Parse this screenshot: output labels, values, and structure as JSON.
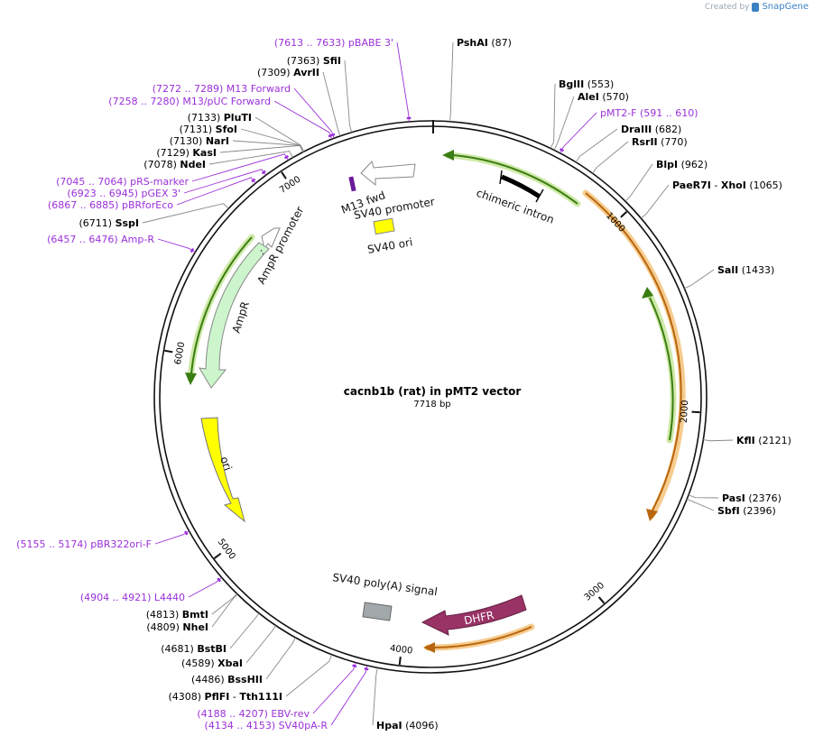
{
  "brand": {
    "created_by": "Created by",
    "app": "SnapGene"
  },
  "plasmid": {
    "name": "cacnb1b (rat) in pMT2 vector",
    "length_label": "7718 bp",
    "length": 7718
  },
  "ticks": [
    {
      "pos": 1000,
      "label": "1000"
    },
    {
      "pos": 2000,
      "label": "2000"
    },
    {
      "pos": 3000,
      "label": "3000"
    },
    {
      "pos": 4000,
      "label": "4000"
    },
    {
      "pos": 5000,
      "label": "5000"
    },
    {
      "pos": 6000,
      "label": "6000"
    },
    {
      "pos": 7000,
      "label": "7000"
    }
  ],
  "sites": [
    {
      "pos": 87,
      "name": "PshAI",
      "coord": "(87)",
      "kind": "enzyme",
      "side": "right"
    },
    {
      "pos": 553,
      "name": "BglII",
      "coord": "(553)",
      "kind": "enzyme",
      "side": "right"
    },
    {
      "pos": 570,
      "name": "AleI",
      "coord": "(570)",
      "kind": "enzyme",
      "side": "right"
    },
    {
      "pos": 600,
      "name": "pMT2-F",
      "coord": "(591 .. 610)",
      "kind": "primer",
      "side": "right"
    },
    {
      "pos": 682,
      "name": "DraIII",
      "coord": "(682)",
      "kind": "enzyme",
      "side": "right"
    },
    {
      "pos": 770,
      "name": "RsrII",
      "coord": "(770)",
      "kind": "enzyme",
      "side": "right"
    },
    {
      "pos": 962,
      "name": "BlpI",
      "coord": "(962)",
      "kind": "enzyme",
      "side": "right"
    },
    {
      "pos": 1065,
      "name": "PaeR7I",
      "name2": "XhoI",
      "coord": "(1065)",
      "kind": "enzyme",
      "side": "right"
    },
    {
      "pos": 1433,
      "name": "SalI",
      "coord": "(1433)",
      "kind": "enzyme",
      "side": "right"
    },
    {
      "pos": 2121,
      "name": "KflI",
      "coord": "(2121)",
      "kind": "enzyme",
      "side": "right"
    },
    {
      "pos": 2376,
      "name": "PasI",
      "coord": "(2376)",
      "kind": "enzyme",
      "side": "right"
    },
    {
      "pos": 2396,
      "name": "SbfI",
      "coord": "(2396)",
      "kind": "enzyme",
      "side": "right"
    },
    {
      "pos": 4096,
      "name": "HpaI",
      "coord": "(4096)",
      "kind": "enzyme",
      "side": "right"
    },
    {
      "pos": 4143,
      "name": "SV40pA-R",
      "coord": "(4134 .. 4153)",
      "kind": "primer",
      "side": "left"
    },
    {
      "pos": 4197,
      "name": "EBV-rev",
      "coord": "(4188 .. 4207)",
      "kind": "primer",
      "side": "left"
    },
    {
      "pos": 4308,
      "name": "PflFI",
      "name2": "Tth111I",
      "coord": "(4308)",
      "kind": "enzyme",
      "side": "left"
    },
    {
      "pos": 4486,
      "name": "BssHII",
      "coord": "(4486)",
      "kind": "enzyme",
      "side": "left"
    },
    {
      "pos": 4589,
      "name": "XbaI",
      "coord": "(4589)",
      "kind": "enzyme",
      "side": "left"
    },
    {
      "pos": 4681,
      "name": "BstBI",
      "coord": "(4681)",
      "kind": "enzyme",
      "side": "left"
    },
    {
      "pos": 4809,
      "name": "NheI",
      "coord": "(4809)",
      "kind": "enzyme",
      "side": "left"
    },
    {
      "pos": 4813,
      "name": "BmtI",
      "coord": "(4813)",
      "kind": "enzyme",
      "side": "left"
    },
    {
      "pos": 4912,
      "name": "L4440",
      "coord": "(4904 .. 4921)",
      "kind": "primer",
      "side": "left"
    },
    {
      "pos": 5164,
      "name": "pBR322ori-F",
      "coord": "(5155 .. 5174)",
      "kind": "primer",
      "side": "left"
    },
    {
      "pos": 6466,
      "name": "Amp-R",
      "coord": "(6457 .. 6476)",
      "kind": "primer",
      "side": "left"
    },
    {
      "pos": 6711,
      "name": "SspI",
      "coord": "(6711)",
      "kind": "enzyme",
      "side": "left"
    },
    {
      "pos": 6876,
      "name": "pBRforEco",
      "coord": "(6867 .. 6885)",
      "kind": "primer",
      "side": "left"
    },
    {
      "pos": 6934,
      "name": "pGEX 3'",
      "coord": "(6923 .. 6945)",
      "kind": "primer",
      "side": "left"
    },
    {
      "pos": 7054,
      "name": "pRS-marker",
      "coord": "(7045 .. 7064)",
      "kind": "primer",
      "side": "left"
    },
    {
      "pos": 7078,
      "name": "NdeI",
      "coord": "(7078)",
      "kind": "enzyme",
      "side": "left"
    },
    {
      "pos": 7129,
      "name": "KasI",
      "coord": "(7129)",
      "kind": "enzyme",
      "side": "left"
    },
    {
      "pos": 7130,
      "name": "NarI",
      "coord": "(7130)",
      "kind": "enzyme",
      "side": "left"
    },
    {
      "pos": 7131,
      "name": "SfoI",
      "coord": "(7131)",
      "kind": "enzyme",
      "side": "left"
    },
    {
      "pos": 7133,
      "name": "PluTI",
      "coord": "(7133)",
      "kind": "enzyme",
      "side": "left"
    },
    {
      "pos": 7269,
      "name": "M13/pUC Forward",
      "coord": "(7258 .. 7280)",
      "kind": "primer",
      "side": "left"
    },
    {
      "pos": 7280,
      "name": "M13 Forward",
      "coord": "(7272 .. 7289)",
      "kind": "primer",
      "side": "left"
    },
    {
      "pos": 7309,
      "name": "AvrII",
      "coord": "(7309)",
      "kind": "enzyme",
      "side": "left"
    },
    {
      "pos": 7363,
      "name": "SfiI",
      "coord": "(7363)",
      "kind": "enzyme",
      "side": "left"
    },
    {
      "pos": 7623,
      "name": "pBABE 3'",
      "coord": "(7613 .. 7633)",
      "kind": "primer",
      "side": "left"
    }
  ],
  "features": [
    {
      "name": "chimeric intron",
      "kind": "intron"
    },
    {
      "name": "SV40 promoter",
      "kind": "promoter"
    },
    {
      "name": "M13 fwd",
      "kind": "primer_bind"
    },
    {
      "name": "SV40 ori",
      "kind": "rep_origin"
    },
    {
      "name": "AmpR promoter",
      "kind": "promoter"
    },
    {
      "name": "AmpR",
      "kind": "cds"
    },
    {
      "name": "ori",
      "kind": "rep_origin"
    },
    {
      "name": "SV40 poly(A) signal",
      "kind": "polyA"
    },
    {
      "name": "DHFR",
      "kind": "cds"
    }
  ],
  "colors": {
    "green_arrow": "#3a7d12",
    "green_glow": "#cfe9a8",
    "orange_arrow": "#b8660e",
    "orange_glow": "#f6cc8f",
    "primer": "#9b30d9",
    "ampr_fill": "#ccf5cc",
    "ori_fill": "#ffff00",
    "dhfr_fill": "#993366",
    "polya_fill": "#a3a8ab",
    "intron_fill": "#000000"
  }
}
